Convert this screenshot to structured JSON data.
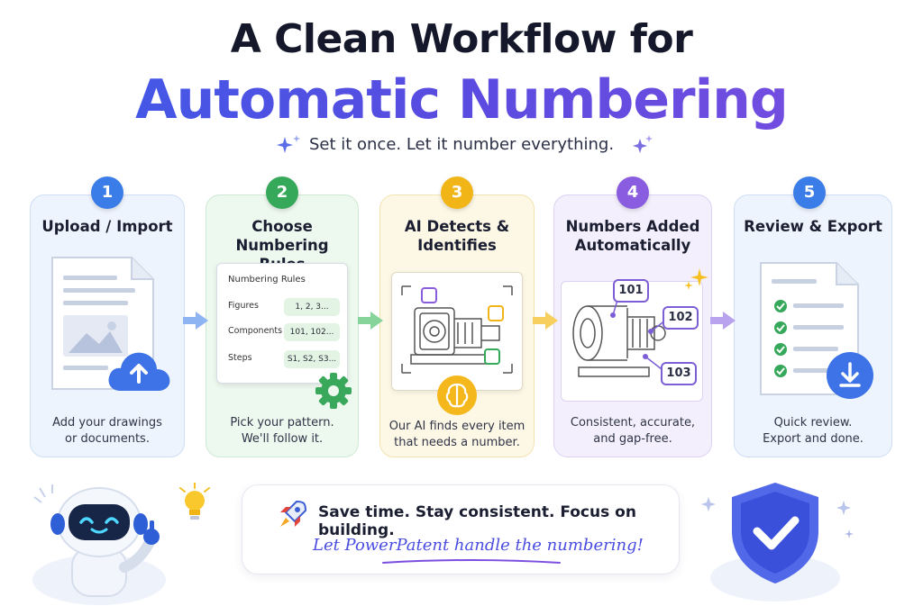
{
  "header": {
    "title_line1": "A Clean Workflow for",
    "title_line2": "Automatic Numbering",
    "subtitle": "Set it once. Let it number everything."
  },
  "steps": [
    {
      "number": "1",
      "title": "Upload / Import",
      "desc_line1": "Add your drawings",
      "desc_line2": "or documents.",
      "color": "#3a7ce8"
    },
    {
      "number": "2",
      "title_line1": "Choose Numbering",
      "title_line2": "Rules",
      "desc_line1": "Pick your pattern.",
      "desc_line2": "We'll follow it.",
      "color": "#36a85a"
    },
    {
      "number": "3",
      "title_line1": "AI Detects &",
      "title_line2": "Identifies",
      "desc_line1": "Our AI finds every item",
      "desc_line2": "that needs a number.",
      "color": "#f2b518"
    },
    {
      "number": "4",
      "title_line1": "Numbers Added",
      "title_line2": "Automatically",
      "desc_line1": "Consistent, accurate,",
      "desc_line2": "and gap-free.",
      "color": "#8a5ce0"
    },
    {
      "number": "5",
      "title": "Review & Export",
      "desc_line1": "Quick review.",
      "desc_line2": "Export and done.",
      "color": "#3a7ce8"
    }
  ],
  "rules_panel": {
    "heading": "Numbering Rules",
    "rows": [
      {
        "label": "Figures",
        "value": "1, 2, 3..."
      },
      {
        "label": "Components",
        "value": "101, 102..."
      },
      {
        "label": "Steps",
        "value": "S1, S2, S3..."
      }
    ]
  },
  "callouts": [
    "101",
    "102",
    "103"
  ],
  "bottom": {
    "headline": "Save time. Stay consistent. Focus on building.",
    "tagline": "Let PowerPatent handle the numbering!"
  },
  "icons": [
    "sparkle-icon",
    "document-icon",
    "cloud-upload-icon",
    "gear-icon",
    "brain-icon",
    "checklist-icon",
    "download-icon",
    "rocket-icon",
    "robot-icon",
    "lightbulb-icon",
    "shield-check-icon",
    "arrow-right-icon"
  ]
}
